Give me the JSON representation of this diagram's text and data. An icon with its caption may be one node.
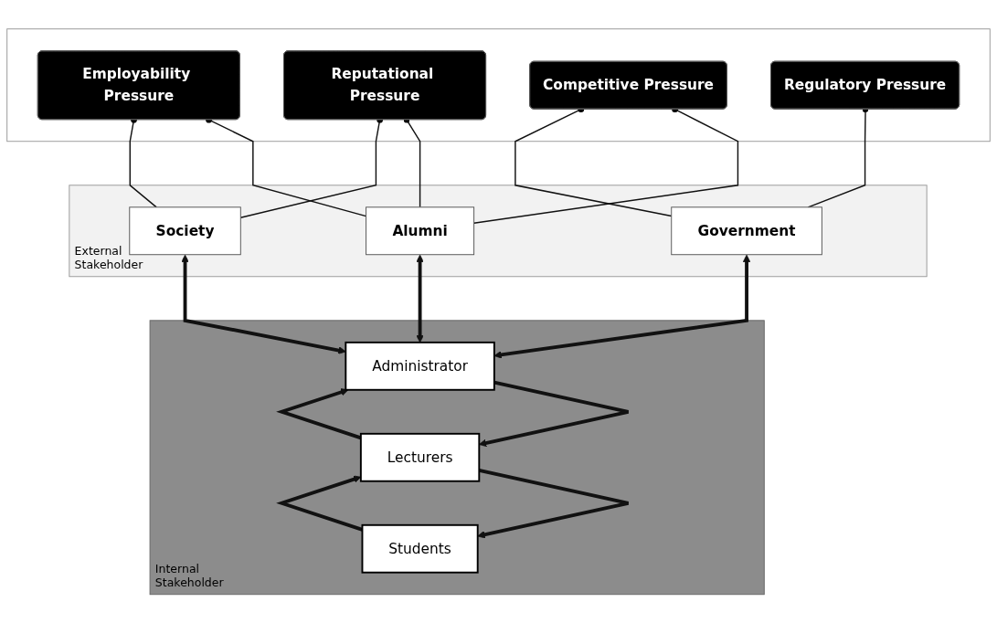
{
  "diagram": {
    "nodes": [
      {
        "text": [],
        "shape": "box"
      },
      {
        "text": [
          "Employability Pressure"
        ],
        "in": 0
      },
      {
        "text": [
          "Reputational Pressure"
        ],
        "in": 0
      },
      {
        "text": [
          "Competitive Pressure"
        ],
        "in": 0
      },
      {
        "text": [
          "Regulatory Pressure"
        ],
        "in": 0
      },
      {
        "text": [
          "External Stakeholder"
        ]
      },
      {
        "text": [
          "Alumni"
        ],
        "in": 5
      },
      {
        "text": [
          "Society"
        ],
        "in": 5
      },
      {
        "text": [
          "Government"
        ],
        "in": 5
      },
      {
        "text": [
          "Internal Stakeholder"
        ]
      },
      {
        "text": [
          "Administrator"
        ],
        "in": 9
      },
      {
        "text": [
          "Lecturers"
        ],
        "in": 9
      },
      {
        "text": [
          "Students"
        ],
        "in": 9
      }
    ],
    "edges": [
      {
        "from": 1,
        "to": 6,
        "arrow": "other"
      },
      {
        "from": 1,
        "to": 7,
        "arrow": "other"
      },
      {
        "from": 2,
        "to": 6,
        "arrow": "other"
      },
      {
        "from": 2,
        "to": 7,
        "arrow": "other"
      },
      {
        "from": 3,
        "to": 6,
        "arrow": "other"
      },
      {
        "from": 3,
        "to": 8,
        "arrow": "other"
      },
      {
        "from": 4,
        "to": 8,
        "arrow": "other"
      },
      {
        "from": 6,
        "to": 10,
        "arrow": "both",
        "style": "thick"
      },
      {
        "from": 7,
        "to": 10,
        "arrow": "both",
        "style": "thick"
      },
      {
        "from": 8,
        "to": 10,
        "arrow": "both",
        "style": "thick"
      },
      {
        "from": 11,
        "to": 10,
        "arrow": "to",
        "style": "thick"
      },
      {
        "from": 10,
        "to": 11,
        "arrow": "to",
        "style": "thick"
      },
      {
        "from": 12,
        "to": 11,
        "arrow": "to",
        "style": "thick"
      },
      {
        "from": 11,
        "to": 12,
        "arrow": "to",
        "style": "thick"
      }
    ]
  }
}
